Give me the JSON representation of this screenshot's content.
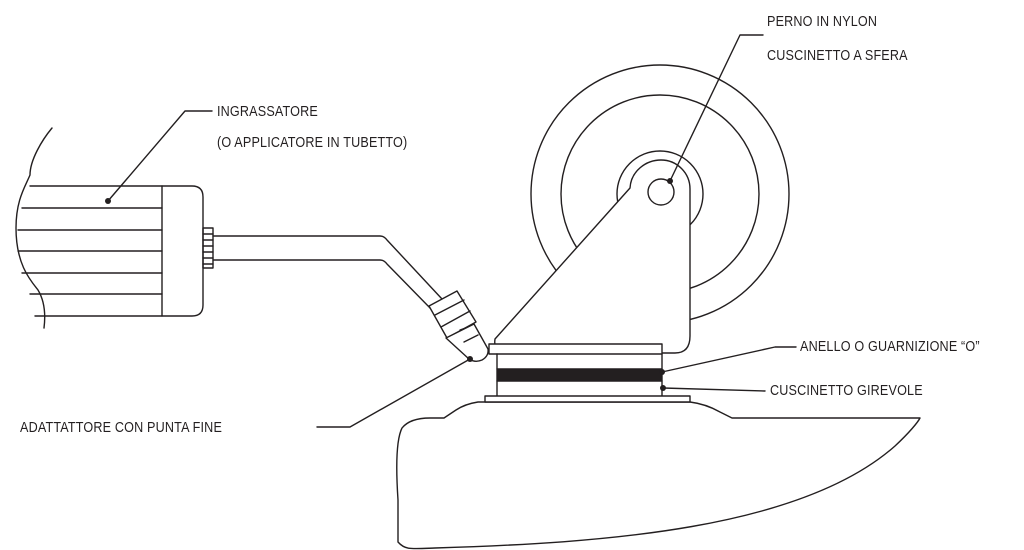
{
  "labels": {
    "nylon_pivot_line1": "PERNO IN NYLON",
    "nylon_pivot_line2": "CUSCINETTO A SFERA",
    "grease_gun_line1": "INGRASSATORE",
    "grease_gun_line2": "(O APPLICATORE IN TUBETTO)",
    "o_ring": "ANELLO O GUARNIZIONE “O”",
    "swivel_bearing": "CUSCINETTO GIREVOLE",
    "fine_tip_adapter": "ADATTATTORE CON PUNTA FINE"
  },
  "colors": {
    "stroke": "#231f20",
    "background": "#ffffff"
  }
}
